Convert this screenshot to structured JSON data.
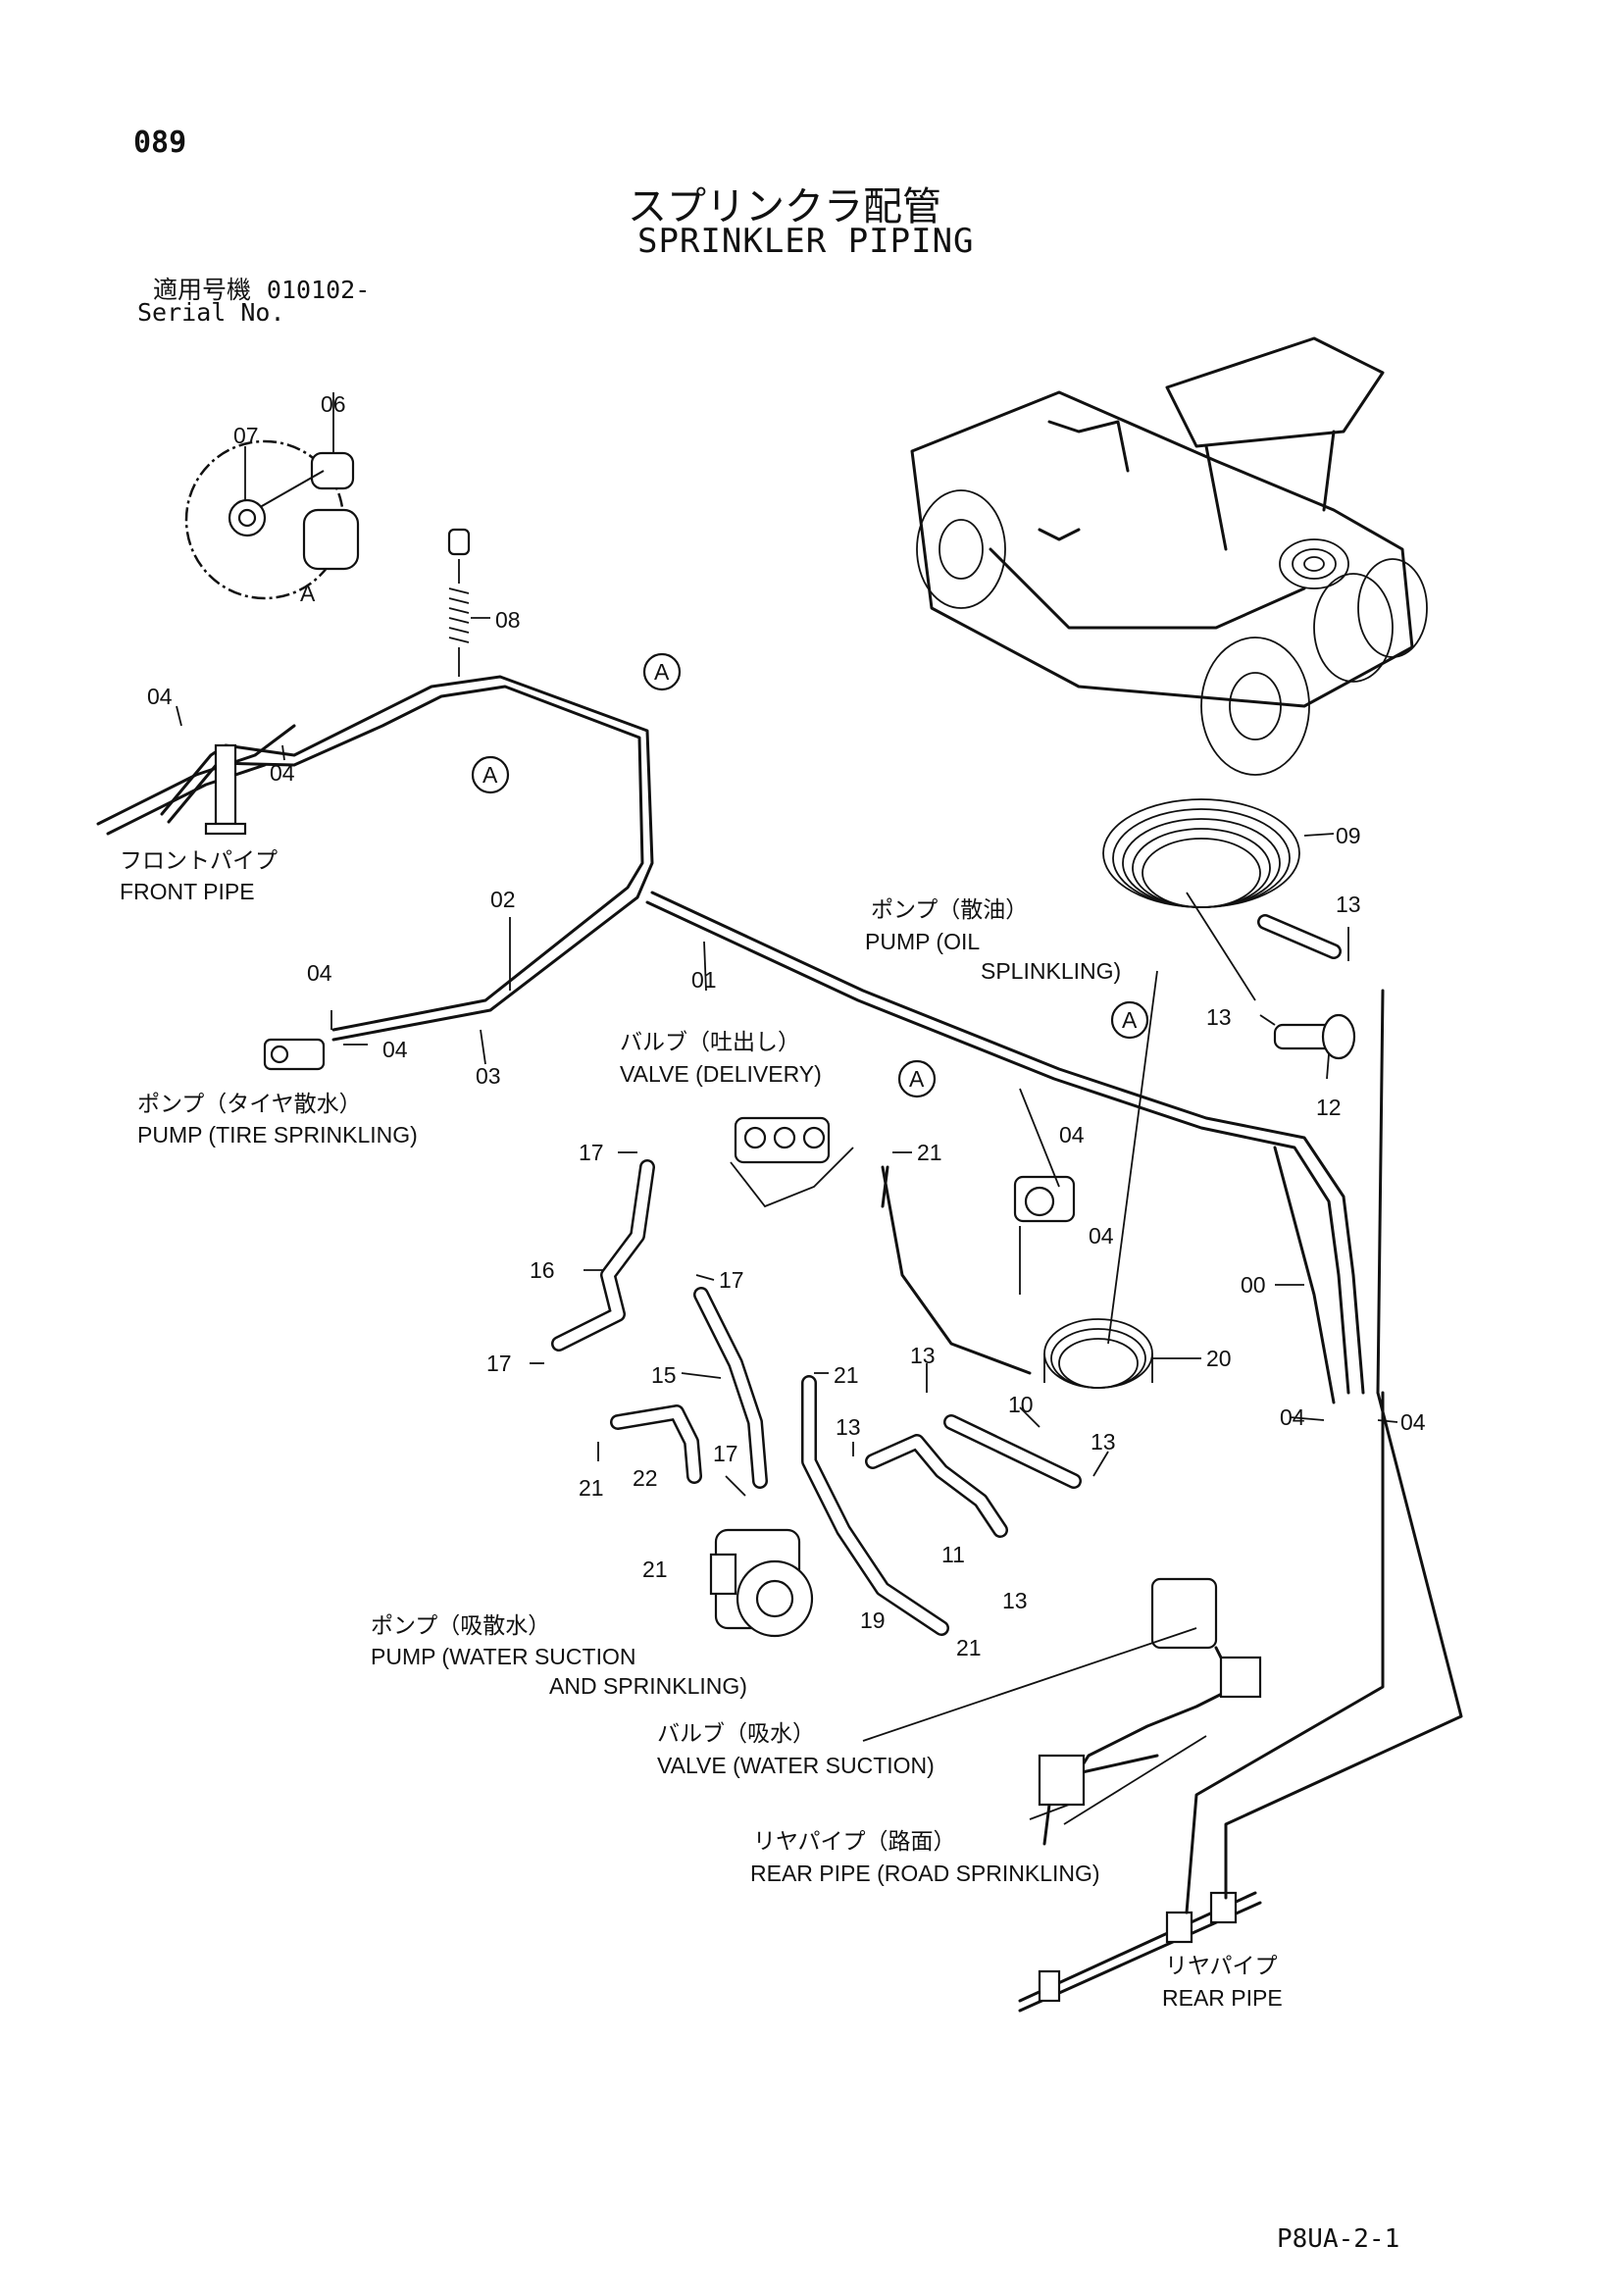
{
  "page_number": "089",
  "title": {
    "japanese": "スプリンクラ配管",
    "english": "SPRINKLER PIPING"
  },
  "serial": {
    "label_jp": "適用号機",
    "value": "010102-",
    "label_en": "Serial No."
  },
  "doc_code": "P8UA-2-1",
  "detail_view": {
    "caption": "A",
    "callouts": [
      "06",
      "07"
    ]
  },
  "section_marker": "A",
  "part_numbers": {
    "p00": "00",
    "p01": "01",
    "p02": "02",
    "p03": "03",
    "p04": "04",
    "p06": "06",
    "p07": "07",
    "p08": "08",
    "p09": "09",
    "p10": "10",
    "p11": "11",
    "p12": "12",
    "p13": "13",
    "p15": "15",
    "p16": "16",
    "p17": "17",
    "p19": "19",
    "p20": "20",
    "p21": "21",
    "p22": "22"
  },
  "labels": {
    "front_pipe": {
      "jp": "フロントパイプ",
      "en": "FRONT PIPE"
    },
    "pump_tire": {
      "jp": "ポンプ（タイヤ散水）",
      "en": "PUMP (TIRE SPRINKLING)"
    },
    "valve_delivery": {
      "jp": "バルブ（吐出し）",
      "en": "VALVE (DELIVERY)"
    },
    "pump_oil": {
      "jp": "ポンプ（散油）",
      "en_line1": "PUMP (OIL",
      "en_line2": "SPLINKLING)"
    },
    "pump_water": {
      "jp": "ポンプ（吸散水）",
      "en_line1": "PUMP (WATER SUCTION",
      "en_line2": "AND SPRINKLING)"
    },
    "valve_suction": {
      "jp": "バルブ（吸水）",
      "en": "VALVE (WATER SUCTION)"
    },
    "rear_pipe_road": {
      "jp": "リヤパイプ（路面）",
      "en": "REAR PIPE (ROAD SPRINKLING)"
    },
    "rear_pipe": {
      "jp": "リヤパイプ",
      "en": "REAR PIPE"
    }
  }
}
